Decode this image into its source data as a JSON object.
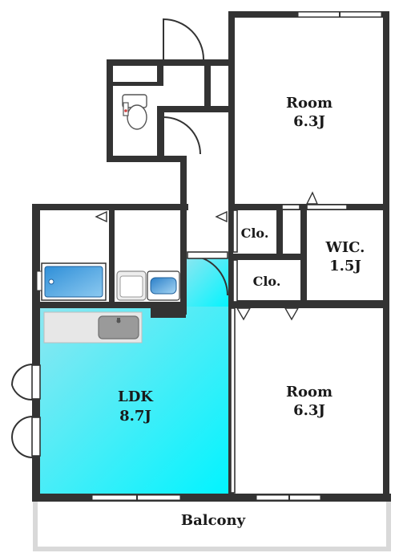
{
  "rooms": {
    "room_north": {
      "name": "Room",
      "size": "6.3J"
    },
    "room_south": {
      "name": "Room",
      "size": "6.3J"
    },
    "ldk": {
      "name": "LDK",
      "size": "8.7J"
    },
    "wic": {
      "name": "WIC.",
      "size": "1.5J"
    },
    "closet_upper": {
      "name": "Clo."
    },
    "closet_lower": {
      "name": "Clo."
    },
    "balcony": {
      "name": "Balcony"
    }
  },
  "colors": {
    "wall": "#333333",
    "ldk_gradient_start": "#6ee7f0",
    "ldk_gradient_end": "#00f5ff",
    "bath_blue": "#4aa8e8",
    "balcony_rail": "#d6d6d6"
  },
  "icons": [
    "toilet-icon",
    "bathtub-icon",
    "washbasin-icon",
    "kitchen-sink-icon",
    "door-swing-icon",
    "window-icon"
  ]
}
